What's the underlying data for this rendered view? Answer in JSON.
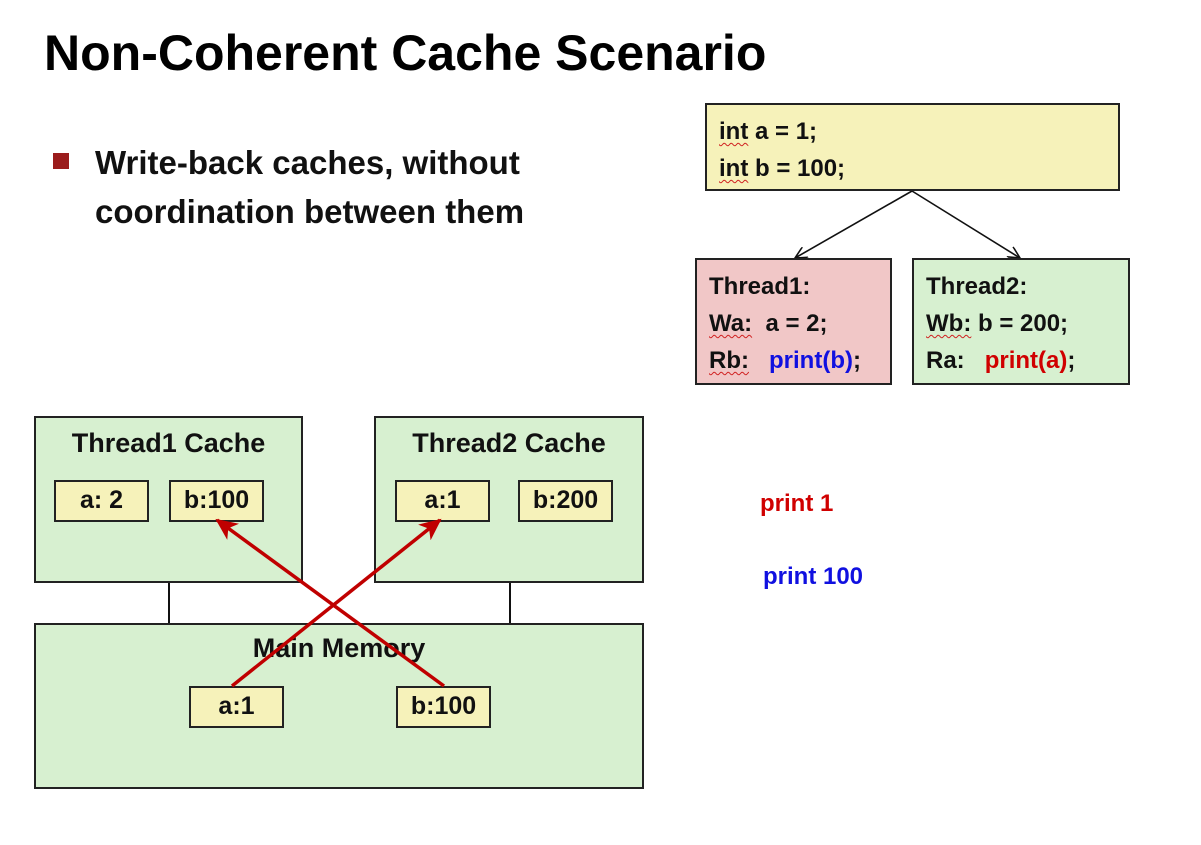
{
  "title": "Non-Coherent Cache Scenario",
  "bullet": {
    "line1": "Write-back caches, without",
    "line2": "coordination between them"
  },
  "init_code": {
    "line1_kw": "int",
    "line1_rest": " a = 1;",
    "line2_kw": "int",
    "line2_rest": " b = 100;"
  },
  "thread1": {
    "header": "Thread1:",
    "w_label": "Wa:",
    "w_stmt": "a = 2;",
    "r_label": "Rb:",
    "r_call": "print(b)",
    "r_semi": ";"
  },
  "thread2": {
    "header": "Thread2:",
    "w_label": "Wb:",
    "w_stmt": "b = 200;",
    "r_label": "Ra:",
    "r_call": "print(a)",
    "r_semi": ";"
  },
  "thread1_cache": {
    "title": "Thread1 Cache",
    "a": "a: 2",
    "b": "b:100"
  },
  "thread2_cache": {
    "title": "Thread2 Cache",
    "a": "a:1",
    "b": "b:200"
  },
  "main_memory": {
    "title": "Main Memory",
    "a": "a:1",
    "b": "b:100"
  },
  "outputs": {
    "print1": "print 1",
    "print100": "print 100"
  },
  "colors": {
    "bullet": "#9b1c1c",
    "code_bg": "#f6f2ba",
    "thread1_bg": "#f1c7c7",
    "thread2_bg": "#d7f0d0",
    "cache_bg": "#d7f0d0",
    "arrow_red": "#c00000",
    "text_blue": "#1010e0",
    "text_red": "#d00000"
  }
}
